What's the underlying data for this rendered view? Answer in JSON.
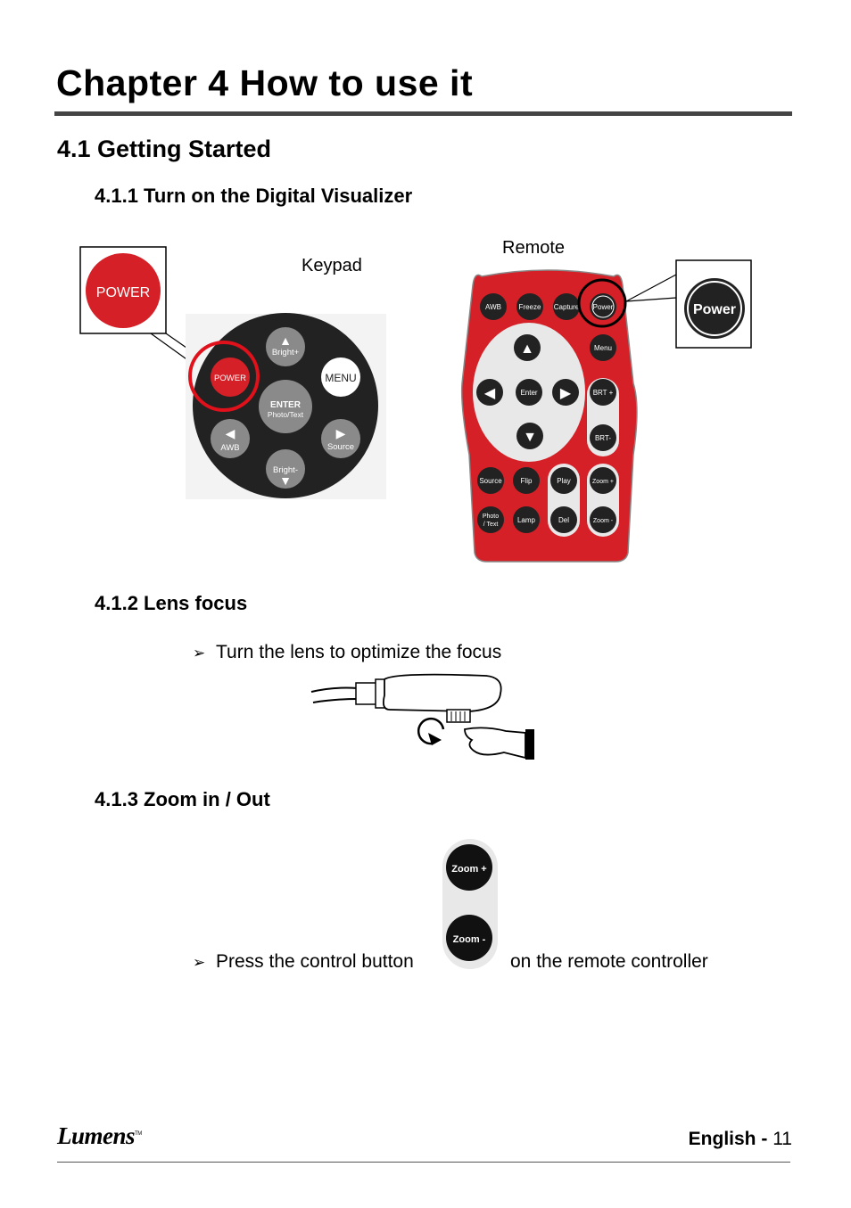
{
  "chapter_title": "Chapter 4 How to use it",
  "section_title": "4.1  Getting Started",
  "sub1": {
    "title": "4.1.1  Turn on the Digital Visualizer",
    "keypad_label": "Keypad",
    "remote_label": "Remote"
  },
  "keypad": {
    "power_callout": "POWER",
    "power": "POWER",
    "bright_plus": "Bright+",
    "menu": "MENU",
    "enter": "ENTER",
    "photo_text": "Photo/Text",
    "awb": "AWB",
    "source": "Source",
    "bright_minus": "Bright-"
  },
  "remote": {
    "power_callout": "Power",
    "awb": "AWB",
    "freeze": "Freeze",
    "capture": "Capture",
    "power": "Power",
    "menu": "Menu",
    "enter": "Enter",
    "brt_plus": "BRT +",
    "brt_minus": "BRT-",
    "source": "Source",
    "flip": "Flip",
    "play": "Play",
    "zoom_plus": "Zoom +",
    "photo": "Photo",
    "text": "/ Text",
    "lamp": "Lamp",
    "del": "Del",
    "zoom_minus": "Zoom -"
  },
  "sub2": {
    "title": "4.1.2  Lens focus",
    "bullet": "Turn the lens to optimize the focus"
  },
  "sub3": {
    "title": "4.1.3  Zoom in / Out",
    "bullet_before": "Press the control button",
    "bullet_after": "on the remote controller",
    "zoom_plus": "Zoom +",
    "zoom_minus": "Zoom -"
  },
  "footer": {
    "logo": "Lumens",
    "tm": "TM",
    "language": "English",
    "separator": "-",
    "page": "11"
  }
}
